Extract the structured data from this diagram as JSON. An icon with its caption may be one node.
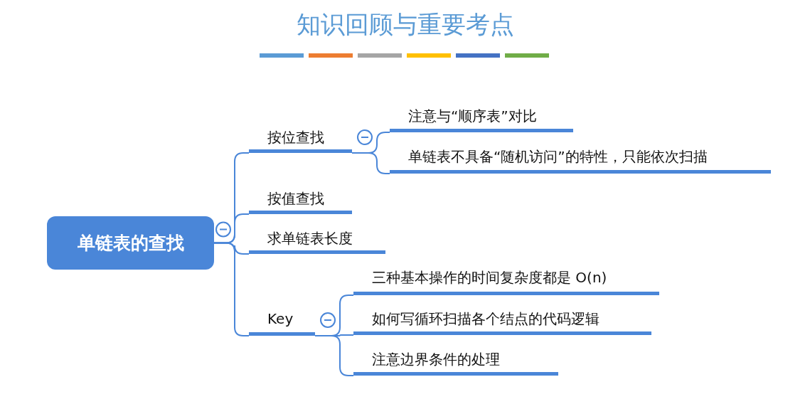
{
  "diagram": {
    "title": "知识回顾与重要考点",
    "nodes": [
      {
        "text": [
          "单链表的查找"
        ]
      },
      {
        "text": [
          "按位查找"
        ]
      },
      {
        "text": [
          "注意与“顺序表”对比"
        ]
      },
      {
        "text": [
          "单链表不具备“随机访问”的特性，只能依次扫描"
        ]
      },
      {
        "text": [
          "按值查找"
        ]
      },
      {
        "text": [
          "求单链表长度"
        ]
      },
      {
        "text": [
          "Key"
        ]
      },
      {
        "text": [
          "三种基本操作的时间复杂度都是 O(n)"
        ]
      },
      {
        "text": [
          "如何写循环扫描各个结点的代码逻辑"
        ]
      },
      {
        "text": [
          "注意边界条件的处理"
        ]
      }
    ],
    "edges": [
      {
        "from": 0,
        "to": 1,
        "arrow": "none"
      },
      {
        "from": 0,
        "to": 4,
        "arrow": "none"
      },
      {
        "from": 0,
        "to": 5,
        "arrow": "none"
      },
      {
        "from": 0,
        "to": 6,
        "arrow": "none"
      },
      {
        "from": 1,
        "to": 2,
        "arrow": "none"
      },
      {
        "from": 1,
        "to": 3,
        "arrow": "none"
      },
      {
        "from": 6,
        "to": 7,
        "arrow": "none"
      },
      {
        "from": 6,
        "to": 8,
        "arrow": "none"
      },
      {
        "from": 6,
        "to": 9,
        "arrow": "none"
      }
    ]
  }
}
